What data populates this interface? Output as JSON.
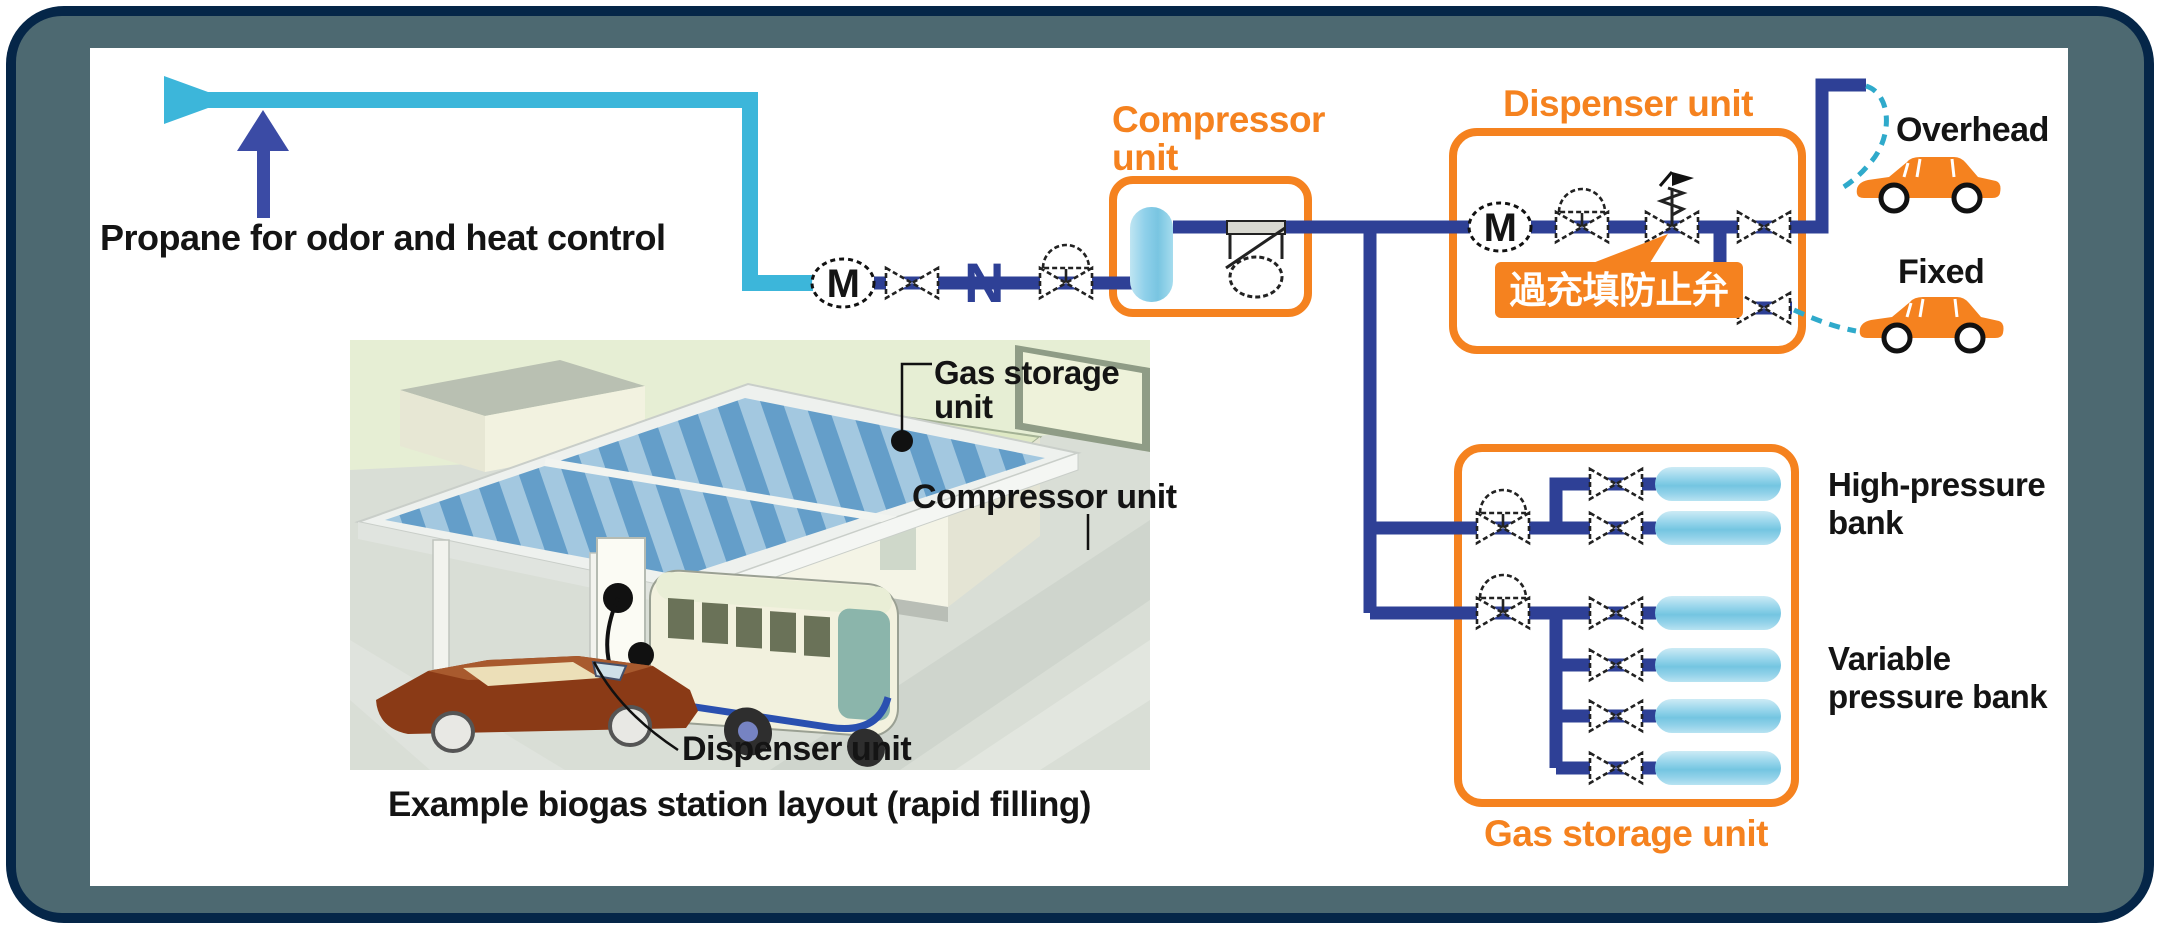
{
  "diagram": {
    "propane_label": "Propane for odor and heat control",
    "compressor": {
      "line1": "Compressor",
      "line2": "unit"
    },
    "dispenser": {
      "title": "Dispenser unit",
      "overfill_callout": "過充填防止弁"
    },
    "storage": {
      "title": "Gas storage unit",
      "high_pressure_line1": "High-pressure",
      "high_pressure_line2": "bank",
      "variable_line1": "Variable",
      "variable_line2": "pressure bank"
    },
    "refuel": {
      "overhead": "Overhead",
      "fixed": "Fixed"
    },
    "symbols": {
      "meter": "M",
      "check": "N"
    }
  },
  "photo": {
    "gas_storage_line1": "Gas storage",
    "gas_storage_line2": "unit",
    "compressor": "Compressor unit",
    "dispenser": "Dispenser unit",
    "caption": "Example biogas station layout (rapid filling)"
  },
  "colors": {
    "frame_outer": "#052648",
    "frame_inner": "#4d6971",
    "accent_orange": "#f5821f",
    "pipe_navy": "#2e4096",
    "pipe_cyan": "#3cb6da",
    "hose_dashed_cyan": "#2faacb",
    "cylinder_blue": "#8fd0e8",
    "label_black": "#141414",
    "callout_text": "#ffffff"
  }
}
